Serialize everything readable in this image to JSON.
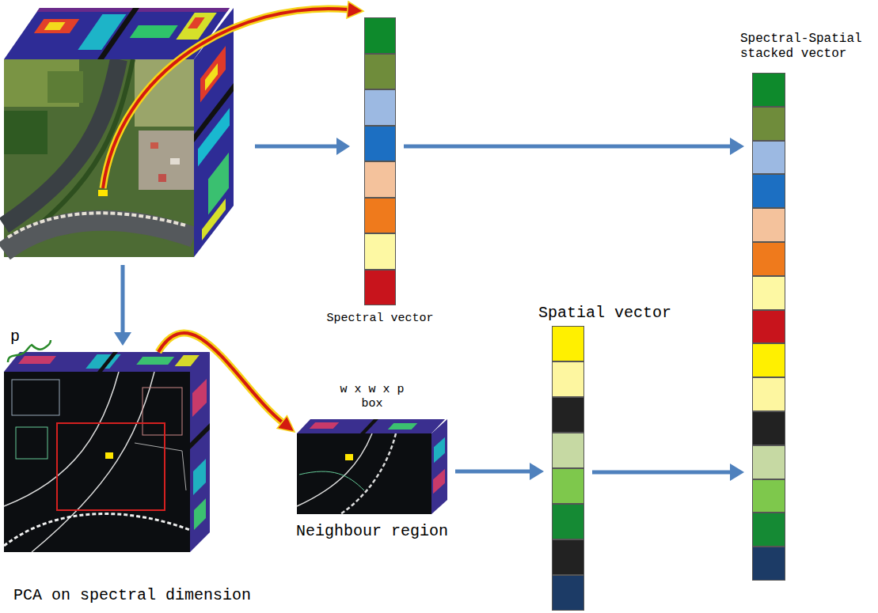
{
  "diagram": {
    "nodes": [
      {
        "text": [
          "Spectral vector"
        ]
      },
      {
        "text": [
          "Spectral-Spatial stacked vector"
        ]
      },
      {
        "text": [
          "PCA on spectral dimension"
        ]
      },
      {
        "text": [
          "w x w x p box",
          "Neighbour region"
        ]
      },
      {
        "text": [
          "Spatial vector"
        ]
      }
    ],
    "edges": [
      {
        "from": 0,
        "to": 1,
        "arrow": "to"
      },
      {
        "from": 2,
        "to": 3,
        "arrow": "to"
      },
      {
        "from": 3,
        "to": 4,
        "arrow": "to"
      },
      {
        "from": 4,
        "to": 1,
        "arrow": "to"
      }
    ],
    "labels": [
      "p"
    ]
  }
}
